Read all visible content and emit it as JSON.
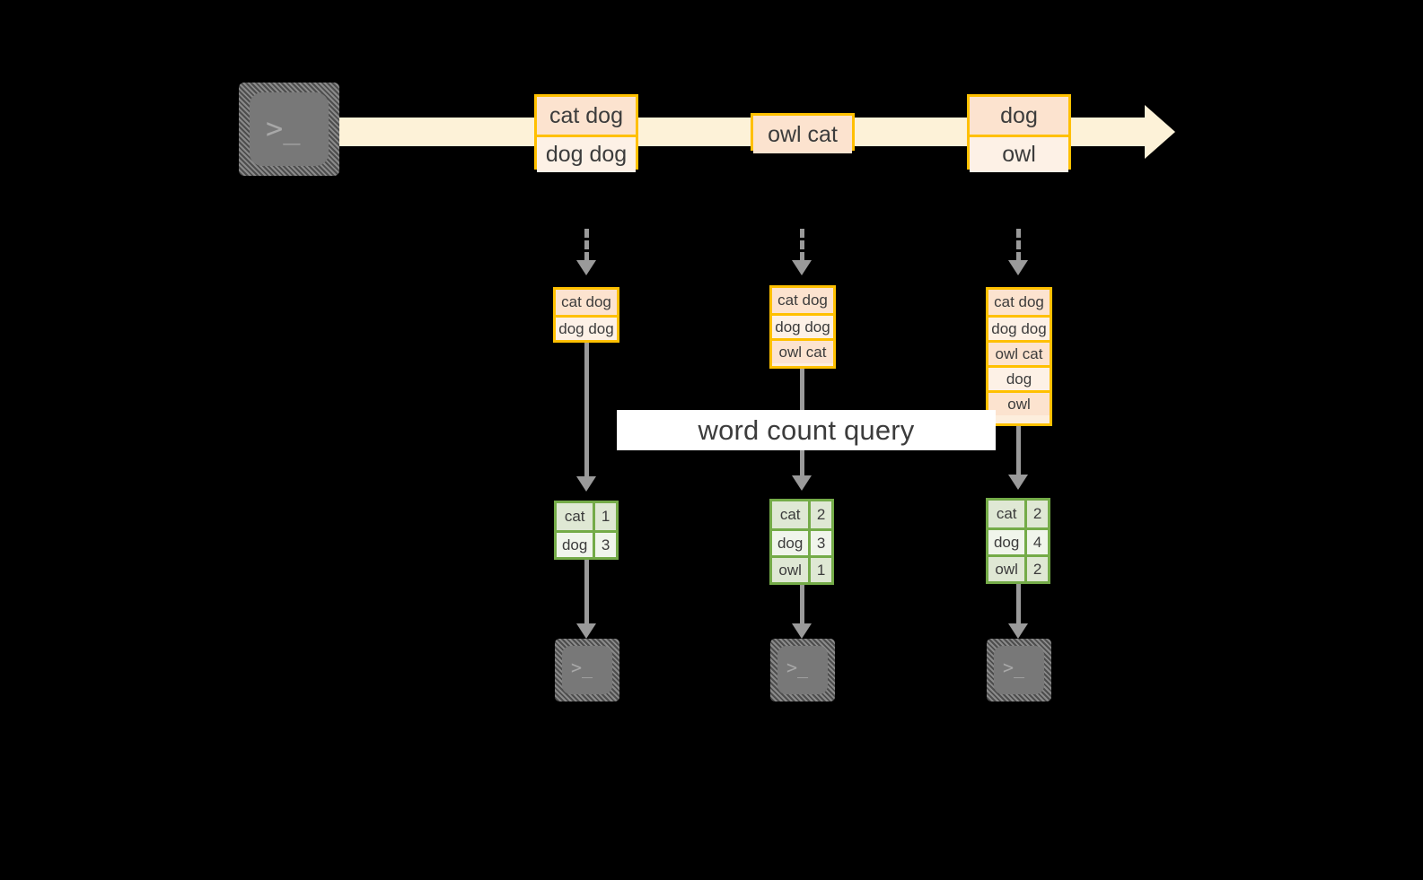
{
  "diagram": {
    "title_label": "word count query",
    "colors": {
      "stream_border": "#ffc000",
      "stream_fill_dark": "#fce3cf",
      "stream_fill_light": "#fdf1e6",
      "timeline_band": "#fdf2d8",
      "result_border": "#74ab48",
      "result_fill_dark": "#dfe8d4",
      "result_fill_light": "#f0f5eb",
      "arrow": "#9a9a9a",
      "terminal": "#787878",
      "background": "#000000"
    },
    "producer": {
      "icon": "terminal-icon",
      "prompt": ">_"
    },
    "timeline": {
      "direction": "left-to-right",
      "events": [
        {
          "id": "event-1",
          "lines": [
            "cat dog",
            "dog dog"
          ]
        },
        {
          "id": "event-2",
          "lines": [
            "owl cat"
          ]
        },
        {
          "id": "event-3",
          "lines": [
            "dog",
            "owl"
          ]
        }
      ]
    },
    "columns": [
      {
        "id": "column-1",
        "batch": {
          "lines": [
            "cat dog",
            "dog dog"
          ]
        },
        "result": {
          "rows": [
            {
              "word": "cat",
              "count": "1"
            },
            {
              "word": "dog",
              "count": "3"
            }
          ]
        },
        "consumer": {
          "icon": "terminal-icon",
          "prompt": ">_"
        }
      },
      {
        "id": "column-2",
        "batch": {
          "lines": [
            "cat dog",
            "dog dog",
            "owl cat"
          ]
        },
        "result": {
          "rows": [
            {
              "word": "cat",
              "count": "2"
            },
            {
              "word": "dog",
              "count": "3"
            },
            {
              "word": "owl",
              "count": "1"
            }
          ]
        },
        "consumer": {
          "icon": "terminal-icon",
          "prompt": ">_"
        }
      },
      {
        "id": "column-3",
        "batch": {
          "lines": [
            "cat dog",
            "dog dog",
            "owl cat",
            "dog",
            "owl"
          ]
        },
        "result": {
          "rows": [
            {
              "word": "cat",
              "count": "2"
            },
            {
              "word": "dog",
              "count": "4"
            },
            {
              "word": "owl",
              "count": "2"
            }
          ]
        },
        "consumer": {
          "icon": "terminal-icon",
          "prompt": ">_"
        }
      }
    ]
  }
}
